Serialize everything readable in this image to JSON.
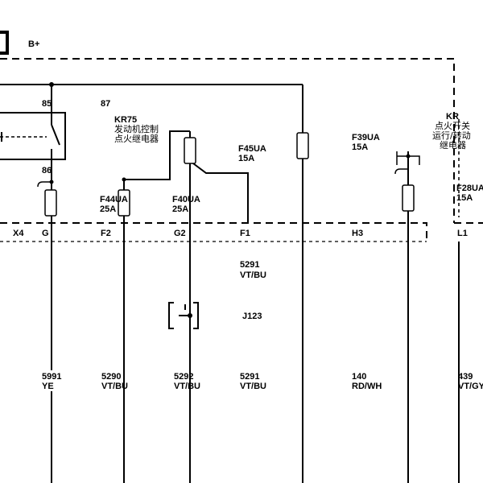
{
  "top": {
    "supply": "B+"
  },
  "relay_pins": {
    "p85": "85",
    "p87": "87",
    "p86": "86"
  },
  "relays": {
    "kr75": {
      "id": "KR75",
      "line1": "发动机控制",
      "line2": "点火继电器"
    },
    "kr_right": {
      "id": "KR",
      "line1": "点火开关",
      "line2": "运行/转动",
      "line3": "继电器"
    }
  },
  "fuses": {
    "f45": {
      "name": "F45UA",
      "rating": "15A"
    },
    "f39": {
      "name": "F39UA",
      "rating": "15A"
    },
    "f44": {
      "name": "F44UA",
      "rating": "25A"
    },
    "f40": {
      "name": "F40UA",
      "rating": "25A"
    },
    "f28": {
      "name": "F28UA",
      "rating": "15A"
    }
  },
  "connectors": [
    "X4",
    "G",
    "F2",
    "G2",
    "F1",
    "H3",
    "L1"
  ],
  "splice": {
    "id": "J123",
    "wire_top": "5291",
    "color_top": "VT/BU"
  },
  "wires": [
    {
      "circuit": "5991",
      "color": "YE"
    },
    {
      "circuit": "5290",
      "color": "VT/BU"
    },
    {
      "circuit": "5292",
      "color": "VT/BU"
    },
    {
      "circuit": "5291",
      "color": "VT/BU"
    },
    {
      "circuit": "140",
      "color": "RD/WH"
    },
    {
      "circuit": "439",
      "color": "VT/GY"
    }
  ]
}
